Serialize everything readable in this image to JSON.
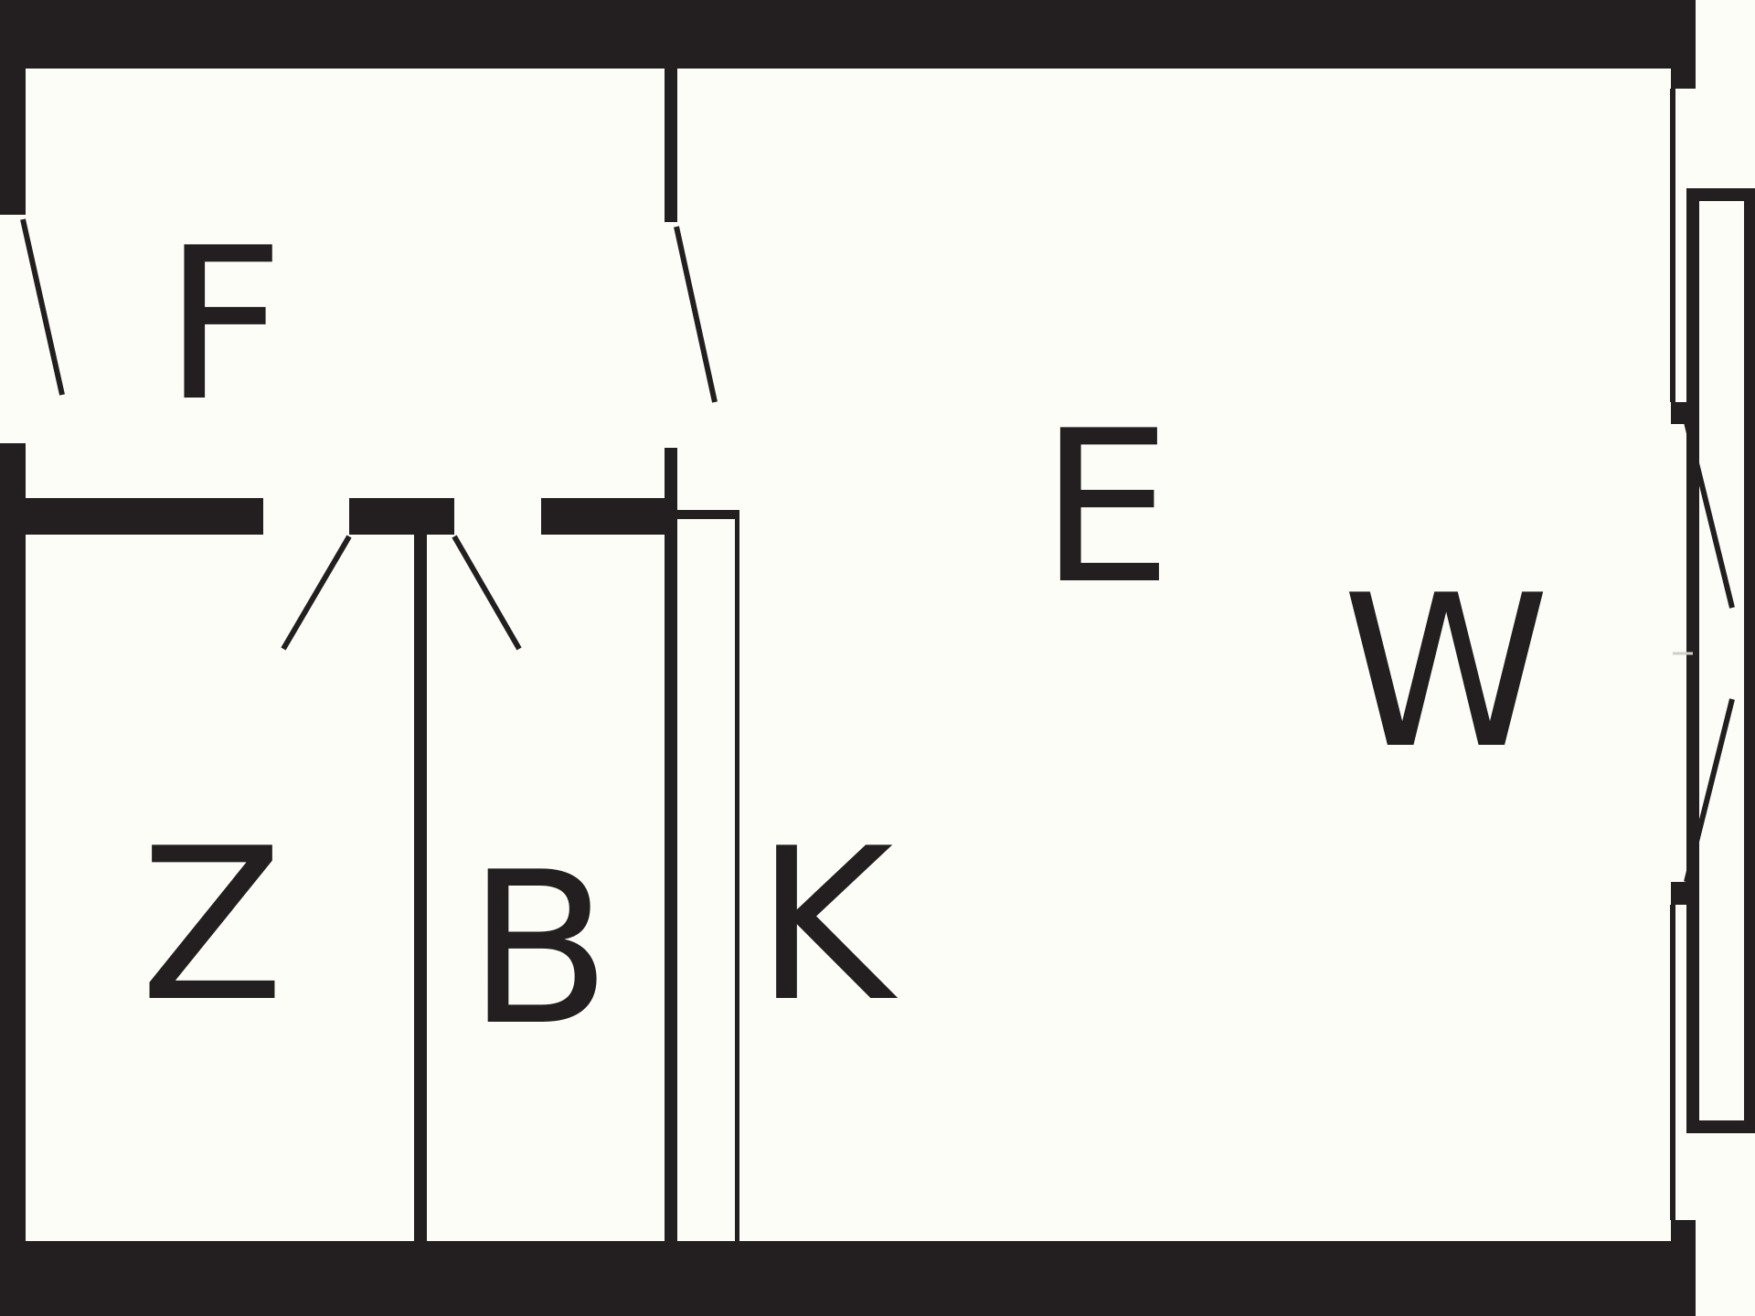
{
  "floor_plan": {
    "rooms": [
      {
        "id": "F",
        "label": "F"
      },
      {
        "id": "E",
        "label": "E"
      },
      {
        "id": "W",
        "label": "W"
      },
      {
        "id": "Z",
        "label": "Z"
      },
      {
        "id": "B",
        "label": "B"
      },
      {
        "id": "K",
        "label": "K"
      }
    ],
    "colors": {
      "wall": "#231f20",
      "floor": "#fdfdf8"
    }
  }
}
